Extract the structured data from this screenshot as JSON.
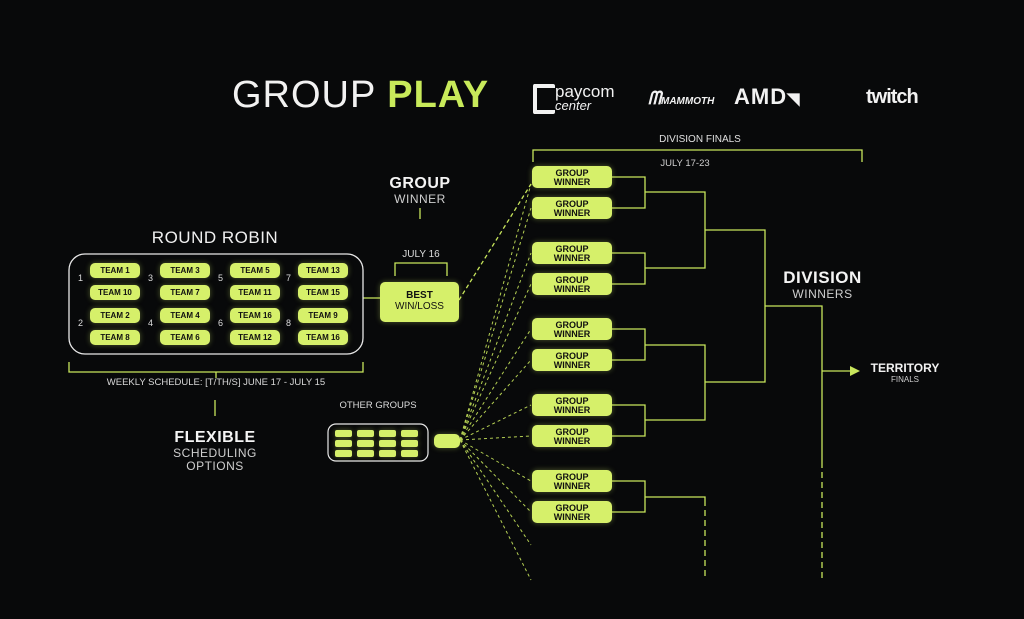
{
  "title": {
    "prefix": "GROUP ",
    "highlight": "PLAY"
  },
  "sponsors": {
    "paycom_line1": "paycom",
    "paycom_line2": "center",
    "mammoth": "MAMMOTH",
    "amd": "AMD",
    "twitch": "twitch"
  },
  "round_robin": {
    "title": "ROUND ROBIN",
    "rounds": [
      {
        "num": "1",
        "teams": [
          "TEAM 1",
          "TEAM 10"
        ]
      },
      {
        "num": "3",
        "teams": [
          "TEAM 3",
          "TEAM 7"
        ]
      },
      {
        "num": "5",
        "teams": [
          "TEAM 5",
          "TEAM 11"
        ]
      },
      {
        "num": "7",
        "teams": [
          "TEAM 13",
          "TEAM 15"
        ]
      },
      {
        "num": "2",
        "teams": [
          "TEAM 2",
          "TEAM 8"
        ]
      },
      {
        "num": "4",
        "teams": [
          "TEAM 4",
          "TEAM 6"
        ]
      },
      {
        "num": "6",
        "teams": [
          "TEAM 16",
          "TEAM 12"
        ]
      },
      {
        "num": "8",
        "teams": [
          "TEAM 9",
          "TEAM 16"
        ]
      }
    ],
    "schedule": "WEEKLY SCHEDULE: [T/TH/S] JUNE 17 - JULY 15"
  },
  "flexible": {
    "line1": "FLEXIBLE",
    "line2": "SCHEDULING",
    "line3": "OPTIONS"
  },
  "group_winner": {
    "line1": "GROUP",
    "line2": "WINNER"
  },
  "final_match": {
    "date": "JULY 16",
    "line1": "BEST",
    "line2": "WIN/LOSS"
  },
  "other_groups": "OTHER GROUPS",
  "division_finals": {
    "title": "DIVISION FINALS",
    "dates": "JULY 17-23"
  },
  "group_winner_pill": {
    "line1": "GROUP",
    "line2": "WINNER"
  },
  "division_winners": {
    "line1": "DIVISION",
    "line2": "WINNERS"
  },
  "territory": {
    "line1": "TERRITORY",
    "line2": "FINALS"
  },
  "colors": {
    "accent": "#d6f06a",
    "background": "#08090a",
    "text": "#f2f2f2"
  }
}
